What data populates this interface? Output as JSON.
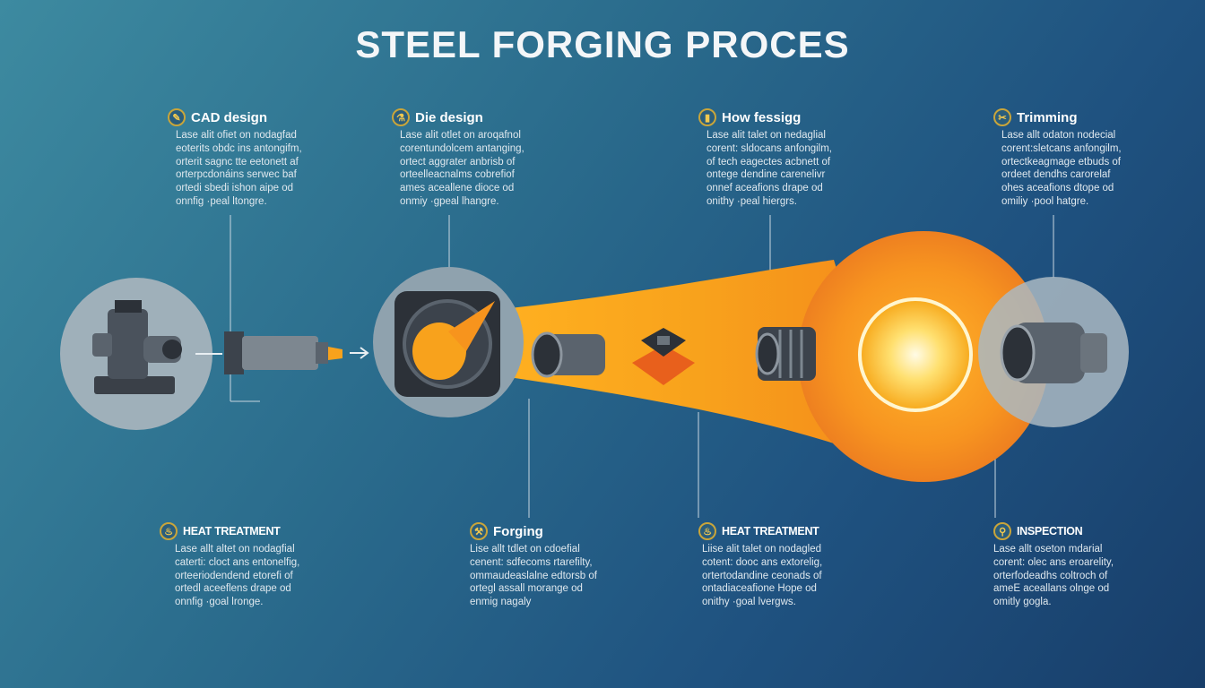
{
  "title": "STEEL FORGING PROCES",
  "steps_top": [
    {
      "icon": "cad-icon",
      "glyph": "✎",
      "title": "CAD design",
      "lines": [
        "Lase alit ofiet on nodagfad",
        "eoterits obdc ins antongifm,",
        "orterit sagnc tte eetonett af",
        "orterpcdonáins serwec baf",
        "ortedi sbedi ishon aipe od",
        "onnfig ·peal ltongre."
      ]
    },
    {
      "icon": "die-icon",
      "glyph": "⚗",
      "title": "Die design",
      "lines": [
        "Lase alit otlet on aroqafnol",
        "corentundolcem antanging,",
        "ortect aggrater anbrisb of",
        "orteelleacnalms cobrefiof",
        "ames aceallene dioce od",
        "onmiy ·gpeal lhangre."
      ]
    },
    {
      "icon": "forging-icon",
      "glyph": "▮",
      "title": "How fessigg",
      "lines": [
        "Lase alit talet on nedaglial",
        "corent: sldocans anfongilm,",
        "of tech eagectes acbnett of",
        "ontege dendine carenelivr",
        "onnef aceafions drape od",
        "onithy ·peal hiergrs."
      ]
    },
    {
      "icon": "trimming-icon",
      "glyph": "✂",
      "title": "Trimming",
      "lines": [
        "Lase allt odaton nodecial",
        "corent:sletcans anfongilm,",
        "ortectkeagmage etbuds of",
        "ordeet dendhs carorelaf",
        "ohes aceafions dtope od",
        "omiliy ·pool hatgre."
      ]
    }
  ],
  "steps_bottom": [
    {
      "icon": "heat-icon",
      "glyph": "♨",
      "title": "HEAT TREATMENT",
      "lines": [
        "Lase allt altet on nodagfial",
        "caterti: cloct ans entonelfig,",
        "orteeriodendend etorefi of",
        "ortedl aceeflens drape od",
        "onnfig ·goal lronge."
      ]
    },
    {
      "icon": "hammer-icon",
      "glyph": "⚒",
      "title": "Forging",
      "lines": [
        "Lise allt tdlet on cdoefial",
        "cenent: sdfecoms rtarefilty,",
        "ommaudeaslalne edtorsb of",
        "ortegl assall morange od",
        "enmig nagaly"
      ]
    },
    {
      "icon": "heat-icon",
      "glyph": "♨",
      "title": "HEAT TREATMENT",
      "lines": [
        "Liise alit talet on nodagled",
        "cotent: dooc ans extorelig,",
        "ortertodandine ceonads of",
        "ontadiaceafione Hope od",
        "onithy ·goal lvergws."
      ]
    },
    {
      "icon": "inspection-icon",
      "glyph": "⚲",
      "title": "INSPECTION",
      "lines": [
        "Lase allt oseton mdarial",
        "corent: olec ans eroarelity,",
        "orterfodeadhs coltroch of",
        "ameE aceallans olnge od",
        "omitly gogla."
      ]
    }
  ],
  "colors": {
    "accent_orange": "#f7941d",
    "glow_yellow": "#ffd84a",
    "background_top": "#3d8aa0",
    "background_bottom": "#183e6a",
    "icon_ring": "#c9a53a"
  }
}
